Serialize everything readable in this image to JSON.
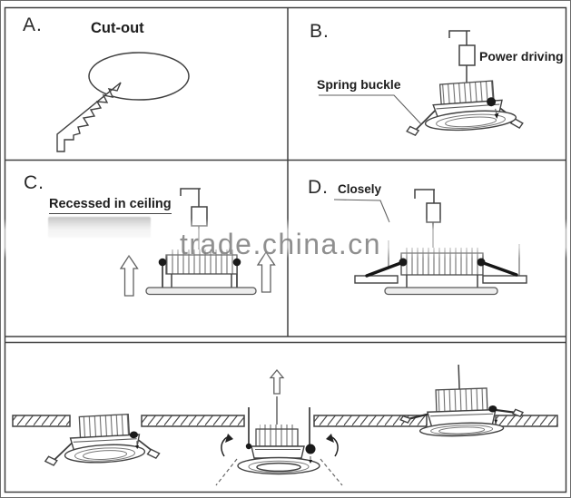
{
  "panels": {
    "a": {
      "label": "A.",
      "caption": "Cut-out"
    },
    "b": {
      "label": "B.",
      "labels": {
        "power": "Power driving",
        "spring": "Spring buckle"
      }
    },
    "c": {
      "label": "C.",
      "caption": "Recessed in ceiling"
    },
    "d": {
      "label": "D.",
      "caption": "Closely"
    }
  },
  "watermark": {
    "text": "trade.china.cn"
  },
  "colors": {
    "line": "#414141",
    "watermark_gray": "#8c8c8c",
    "patch_gray": "#d4d4d4",
    "background": "#ffffff"
  }
}
